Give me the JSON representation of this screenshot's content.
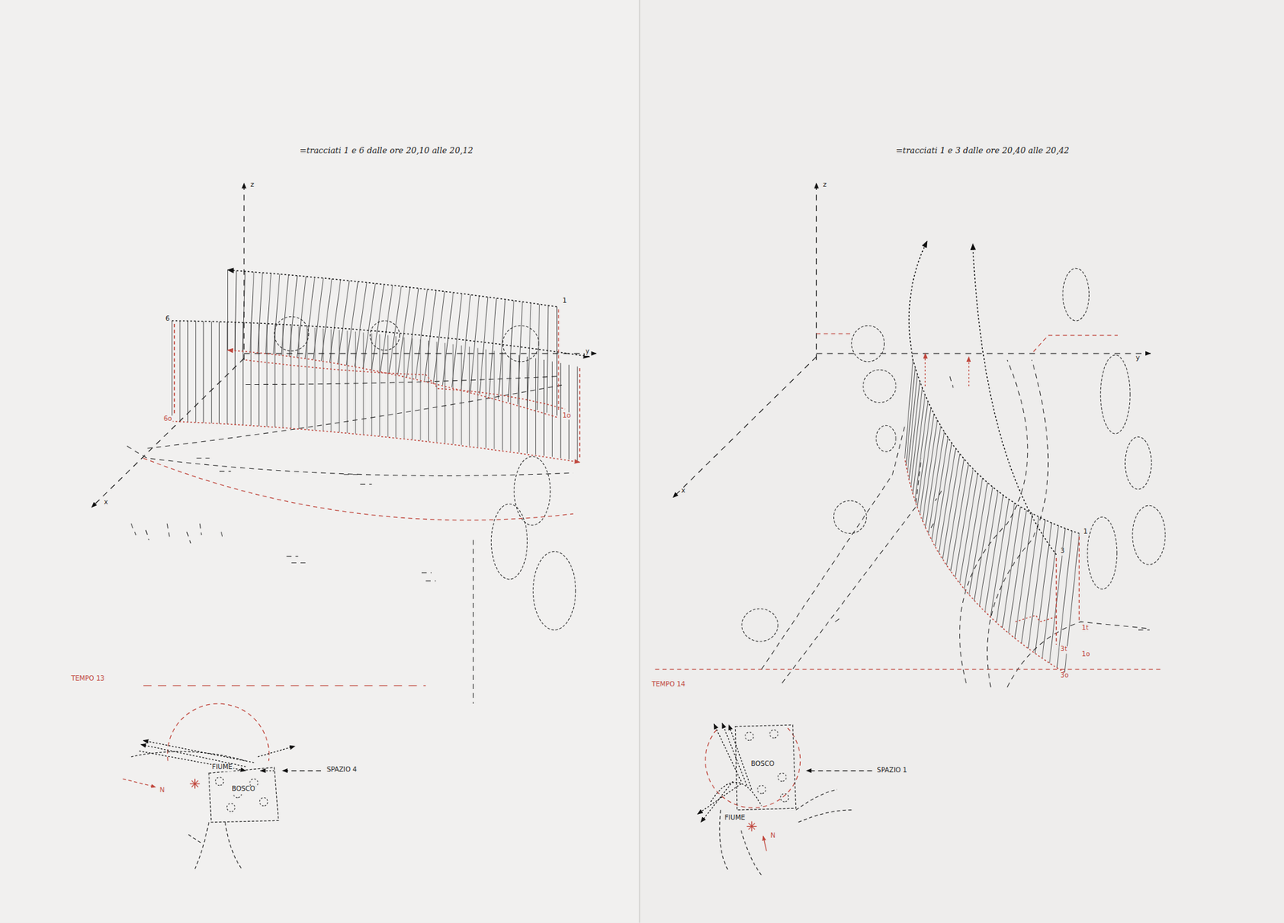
{
  "diagram": {
    "labels": [
      "=tracciati 1 e 6 dalle ore 20,10 alle 20,12",
      "z",
      "y",
      "x",
      "1",
      "6",
      "6o",
      "1o",
      "TEMPO 13",
      "FIUME",
      "BOSCO",
      "N",
      "SPAZIO 4",
      "=tracciati 1 e 3 dalle ore 20,40 alle 20,42",
      "z",
      "y",
      "x",
      "1",
      "3",
      "1t",
      "3t",
      "1o",
      "3o",
      "TEMPO 14",
      "BOSCO",
      "FIUME",
      "N",
      "SPAZIO 1"
    ]
  }
}
